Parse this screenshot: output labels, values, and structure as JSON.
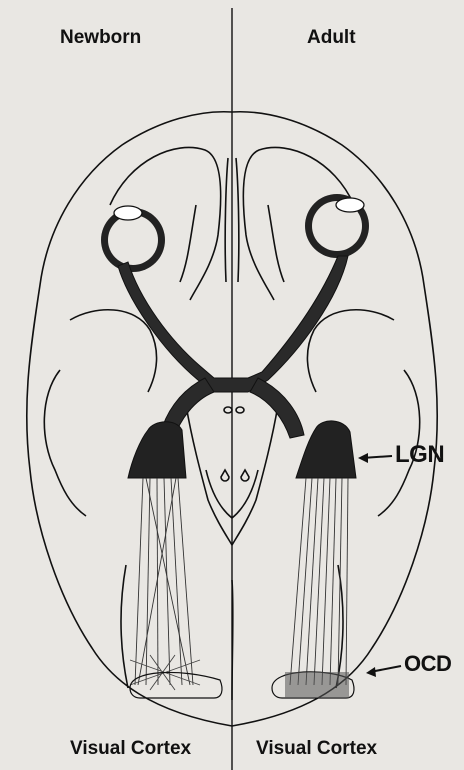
{
  "figure": {
    "left_panel_label": "Newborn",
    "right_panel_label": "Adult",
    "left_bottom_label": "Visual Cortex",
    "right_bottom_label": "Visual Cortex",
    "lgn_label": "LGN",
    "ocd_label": "OCD"
  },
  "colors": {
    "background": "#e9e7e3",
    "ink": "#111111",
    "pathway_fill": "#2a2a2a",
    "pathway_outline": "#111111"
  },
  "icons": [
    "left-eye-icon",
    "right-eye-icon",
    "left-lgn-icon",
    "right-lgn-icon",
    "lgn-arrow-icon",
    "ocd-arrow-icon"
  ]
}
